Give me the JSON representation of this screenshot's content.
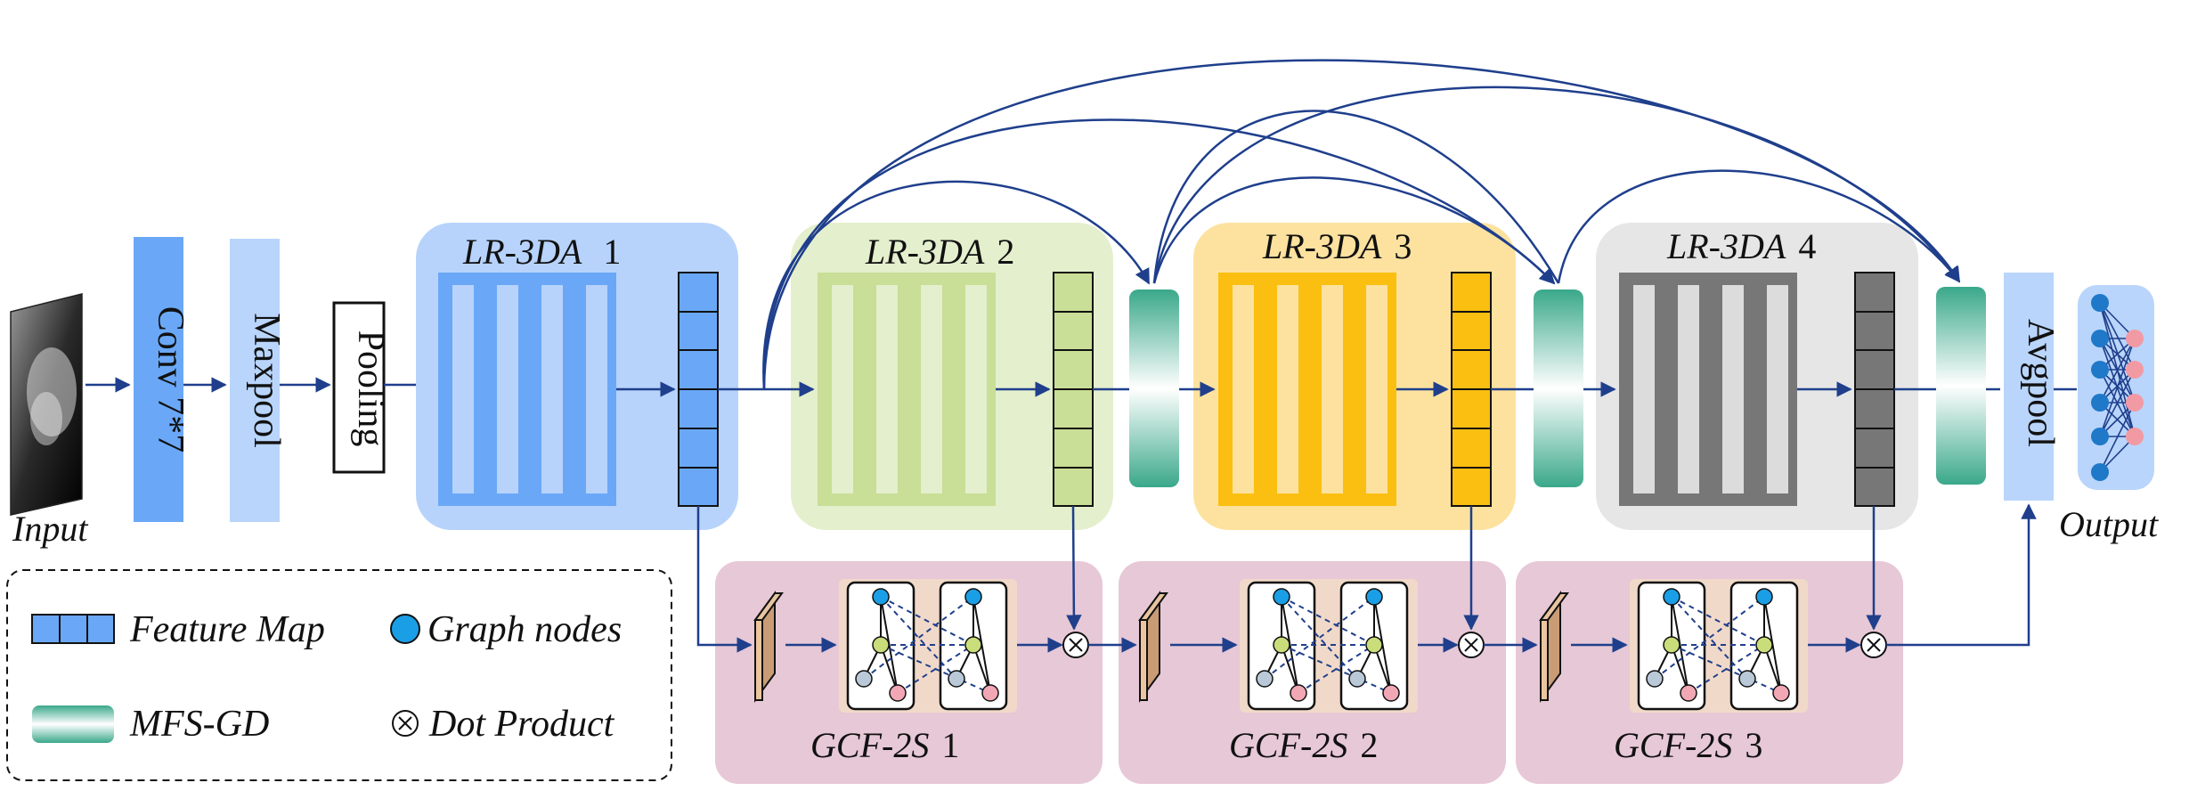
{
  "input": {
    "label": "Input"
  },
  "output": {
    "label": "Output"
  },
  "stem": {
    "conv": "Conv 7*7",
    "maxpool": "Maxpool",
    "pooling": "Pooling",
    "avgpool": "Avgpool"
  },
  "lr_blocks": [
    {
      "name": "LR-3DA",
      "num": "1"
    },
    {
      "name": "LR-3DA",
      "num": "2"
    },
    {
      "name": "LR-3DA",
      "num": "3"
    },
    {
      "name": "LR-3DA",
      "num": "4"
    }
  ],
  "gcf_blocks": [
    {
      "name": "GCF-2S",
      "num": "1"
    },
    {
      "name": "GCF-2S",
      "num": "2"
    },
    {
      "name": "GCF-2S",
      "num": "3"
    }
  ],
  "legend": {
    "feature_map": "Feature Map",
    "graph_nodes": "Graph nodes",
    "mfs_gd": "MFS-GD",
    "dot_product": "Dot Product"
  },
  "colors": {
    "block1": "#b7d3fb",
    "block2": "#e4efcd",
    "block3": "#fde29f",
    "block4": "#e6e6e6",
    "gcf": "#e7c8d6",
    "arrow": "#1f3f8c",
    "mfs": "#3aa88a"
  }
}
